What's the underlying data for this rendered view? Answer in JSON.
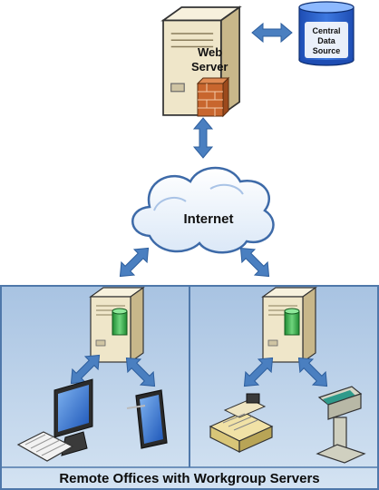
{
  "web_server": {
    "label_line1": "Web",
    "label_line2": "Server"
  },
  "data_source": {
    "line1": "Central",
    "line2": "Data",
    "line3": "Source"
  },
  "internet": {
    "label": "Internet"
  },
  "footer": {
    "caption": "Remote Offices with Workgroup Servers"
  },
  "colors": {
    "arrow": "#4a7fc0",
    "panel": "#b9cfe6",
    "panel_border": "#4f78aa",
    "server_body": "#ede4c8",
    "server_side": "#c9b98c",
    "db_fill": "#2f63c9",
    "db_top": "#7fb0ff",
    "green_disk": "#3aa84a",
    "firewall": "#c8662e",
    "monitor_screen": "#3a79d6"
  }
}
